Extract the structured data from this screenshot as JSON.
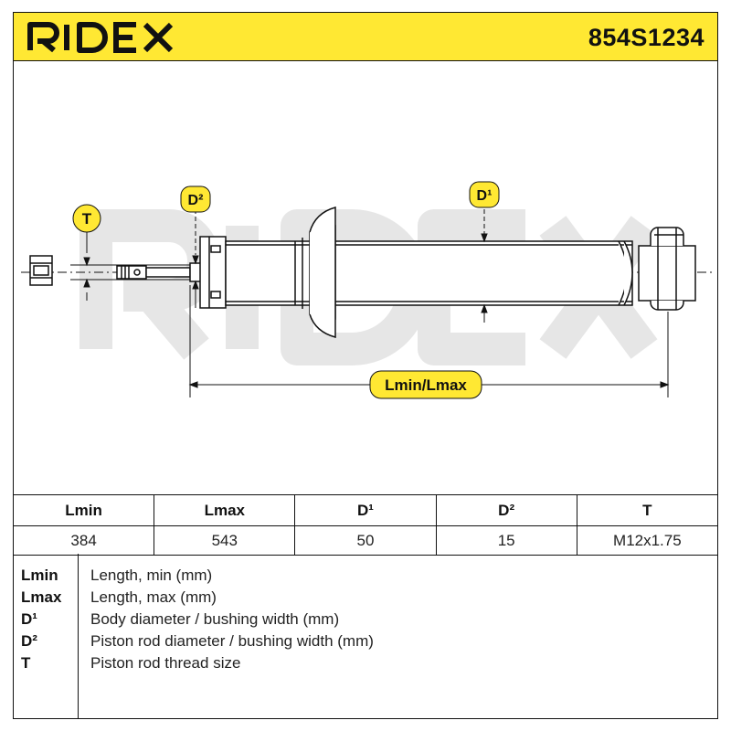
{
  "header": {
    "brand": "RIDEX",
    "part_number": "854S1234",
    "background_color": "#ffe833"
  },
  "drawing": {
    "watermark_text": "RIDEX",
    "labels": {
      "t": "T",
      "d2": "D²",
      "d1": "D¹",
      "length": "Lmin/Lmax"
    },
    "label_color": "#ffe833"
  },
  "specs": {
    "columns": [
      "Lmin",
      "Lmax",
      "D¹",
      "D²",
      "T"
    ],
    "values": [
      "384",
      "543",
      "50",
      "15",
      "M12x1.75"
    ]
  },
  "legend": [
    {
      "key": "Lmin",
      "description": "Length, min (mm)"
    },
    {
      "key": "Lmax",
      "description": "Length, max (mm)"
    },
    {
      "key": "D¹",
      "description": "Body diameter / bushing width (mm)"
    },
    {
      "key": "D²",
      "description": "Piston rod diameter / bushing width (mm)"
    },
    {
      "key": "T",
      "description": "Piston rod thread size"
    }
  ]
}
